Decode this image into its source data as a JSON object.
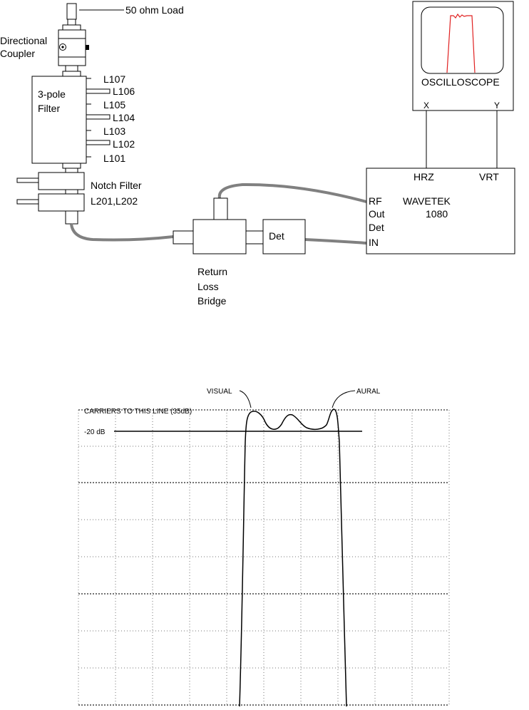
{
  "test_setup": {
    "load_label": "50 ohm Load",
    "coupler_label_line1": "Directional",
    "coupler_label_line2": "Coupler",
    "filter_label_line1": "3-pole",
    "filter_label_line2": "Filter",
    "tuning_labels": [
      "L107",
      "L106",
      "L105",
      "L104",
      "L103",
      "L102",
      "L101"
    ],
    "notch_label_line1": "Notch Filter",
    "notch_label_line2": "L201,L202",
    "bridge_label_line1": "Return",
    "bridge_label_line2": "Loss",
    "bridge_label_line3": "Bridge",
    "detector_label": "Det",
    "oscilloscope_label": "OSCILLOSCOPE",
    "scope_x_label": "X",
    "scope_y_label": "Y",
    "sweeper": {
      "hrz_label": "HRZ",
      "vrt_label": "VRT",
      "name": "WAVETEK",
      "model": "1080",
      "port_rf": "RF",
      "port_out": "Out",
      "port_det": "Det",
      "port_in": "IN"
    }
  },
  "response_plot": {
    "marker_visual": "VISUAL",
    "marker_aural": "AURAL",
    "carrier_line_label": "CARRIERS TO THIS LINE (35dB)",
    "level_20db_label": "-20 dB"
  },
  "colors": {
    "cable": "#808080",
    "scope_trace": "#e02020",
    "line": "#000000"
  }
}
